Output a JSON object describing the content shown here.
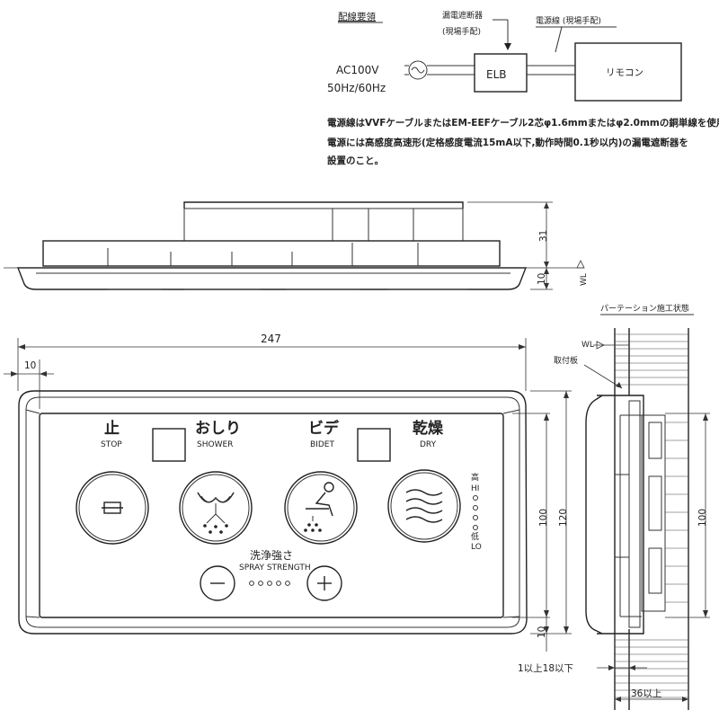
{
  "wiring": {
    "title": "配線要領",
    "breaker_label": "漏電遮断器",
    "breaker_note": "(現場手配)",
    "power_line_label": "電源線 (現場手配)",
    "elb": "ELB",
    "remote": "リモコン",
    "ac_voltage": "AC100V",
    "ac_freq": "50Hz/60Hz",
    "note_1": "電源線はVVFケーブルまたはEM-EEFケーブル2芯φ1.6mmまたはφ2.0mmの銅単線を使用。",
    "note_2": "電源には高感度高速形(定格感度電流15mA以下,動作時間0.1秒以内)の漏電遮断器を",
    "note_3": "設置のこと。"
  },
  "side_view": {
    "dim_31": "31",
    "dim_10": "10",
    "wl": "WL"
  },
  "front_view": {
    "dim_width": "247",
    "dim_left": "10",
    "dim_100": "100",
    "dim_120": "120",
    "dim_10": "10",
    "buttons": [
      {
        "jp": "止",
        "en": "STOP"
      },
      {
        "jp": "おしり",
        "en": "SHOWER"
      },
      {
        "jp": "ビデ",
        "en": "BIDET"
      },
      {
        "jp": "乾燥",
        "en": "DRY"
      }
    ],
    "strength_jp": "洗浄強さ",
    "strength_en": "SPRAY STRENGTH",
    "dry_high_jp": "高",
    "dry_high_en": "HI",
    "dry_low_jp": "低",
    "dry_low_en": "LO"
  },
  "partition": {
    "title": "パーテーション施工状態",
    "wl": "WL",
    "mount_plate": "取付板",
    "dim_100": "100",
    "thickness": "1以上18以下",
    "depth": "36以上"
  }
}
